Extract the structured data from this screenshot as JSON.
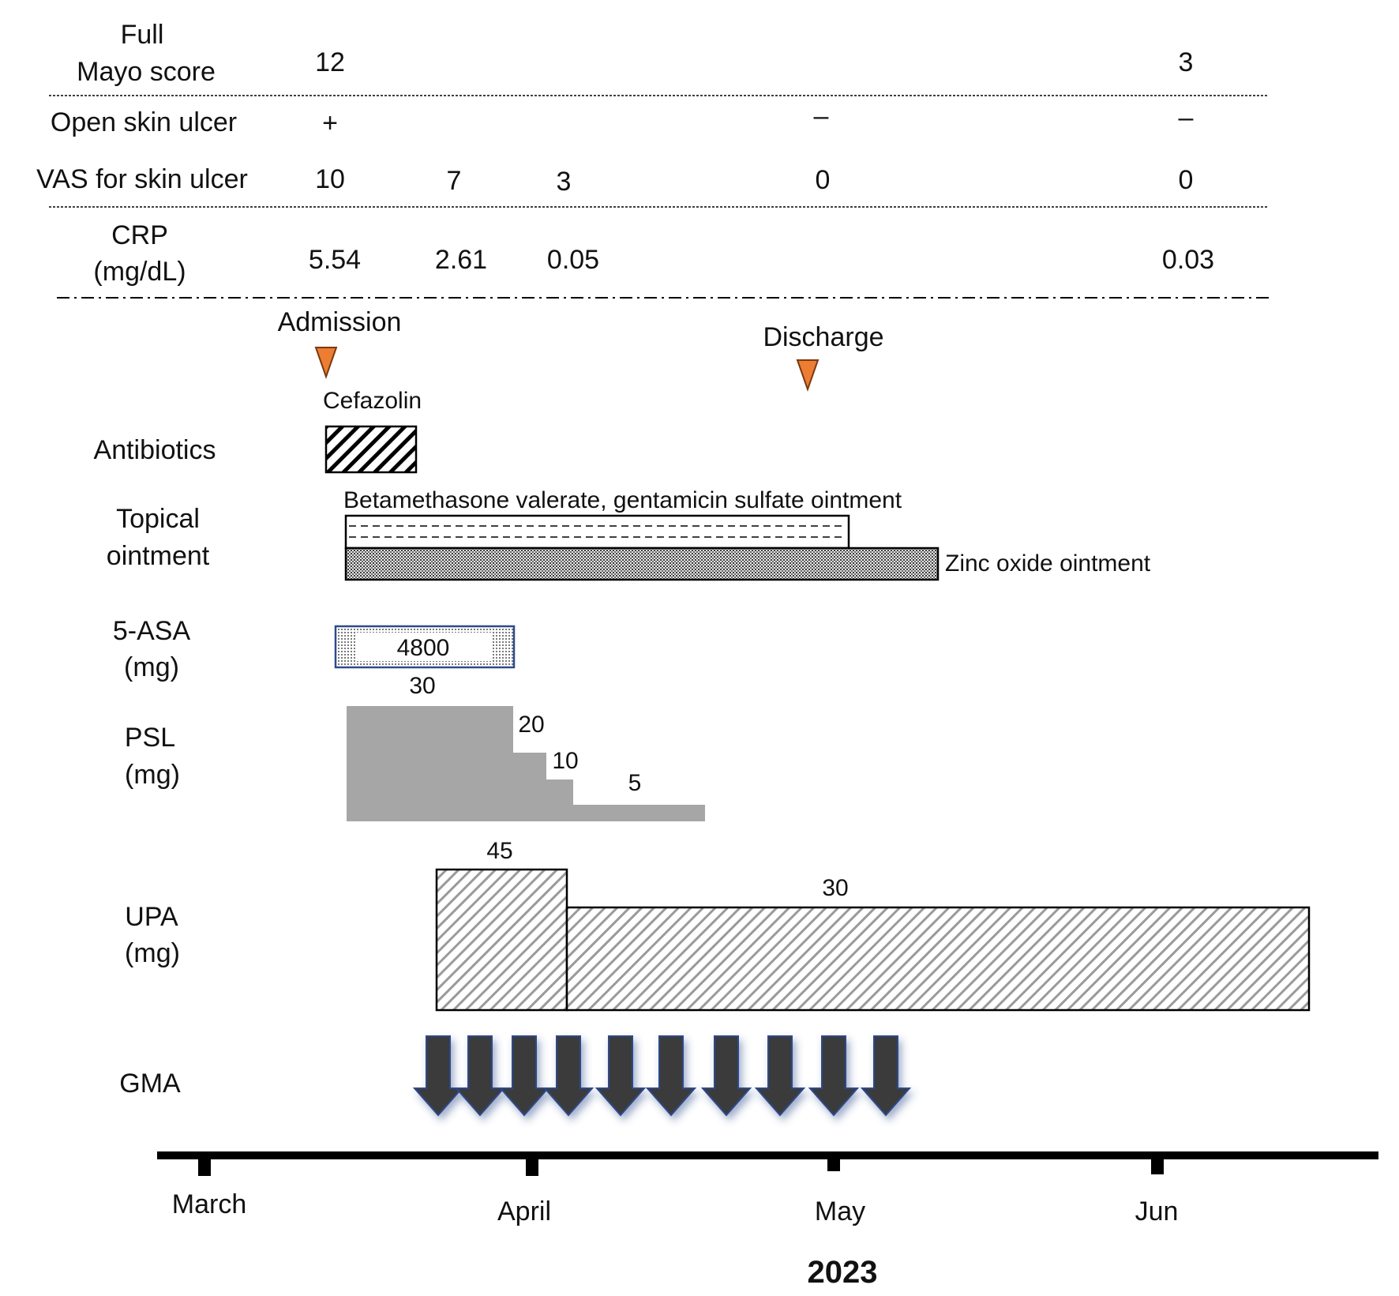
{
  "rows": {
    "mayo_label_1": "Full",
    "mayo_label_2": "Mayo score",
    "mayo_values": [
      "12",
      "3"
    ],
    "ulcer_label": "Open skin ulcer",
    "ulcer_values": [
      "+",
      "–",
      "–"
    ],
    "vas_label": "VAS for skin ulcer",
    "vas_values": [
      "10",
      "7",
      "3",
      "0",
      "0"
    ],
    "crp_label_1": "CRP",
    "crp_label_2": "(mg/dL)",
    "crp_values": [
      "5.54",
      "2.61",
      "0.05",
      "0.03"
    ]
  },
  "events": {
    "admission": "Admission",
    "discharge": "Discharge"
  },
  "treatments": {
    "antibiotics_label": "Antibiotics",
    "cefazolin": "Cefazolin",
    "topical_label_1": "Topical",
    "topical_label_2": "ointment",
    "betamethasone": "Betamethasone valerate,  gentamicin sulfate ointment",
    "zinc": "Zinc oxide ointment",
    "asa_label_1": "5-ASA",
    "asa_label_2": "(mg)",
    "asa_dose": "4800",
    "psl_label_1": "PSL",
    "psl_label_2": "(mg)",
    "psl_doses": [
      "30",
      "20",
      "10",
      "5"
    ],
    "upa_label_1": "UPA",
    "upa_label_2": "(mg)",
    "upa_doses": [
      "45",
      "30"
    ],
    "gma_label": "GMA",
    "gma_sessions": 10
  },
  "timeline": {
    "months": [
      "March",
      "April",
      "May",
      "Jun"
    ],
    "year": "2023"
  },
  "colors": {
    "marker": "#ed7d31",
    "psl_fill": "#a6a6a6",
    "arrow_fill": "#3a3a3a",
    "arrow_edge": "#2f4a8a",
    "asa_border": "#2f4a8a"
  }
}
